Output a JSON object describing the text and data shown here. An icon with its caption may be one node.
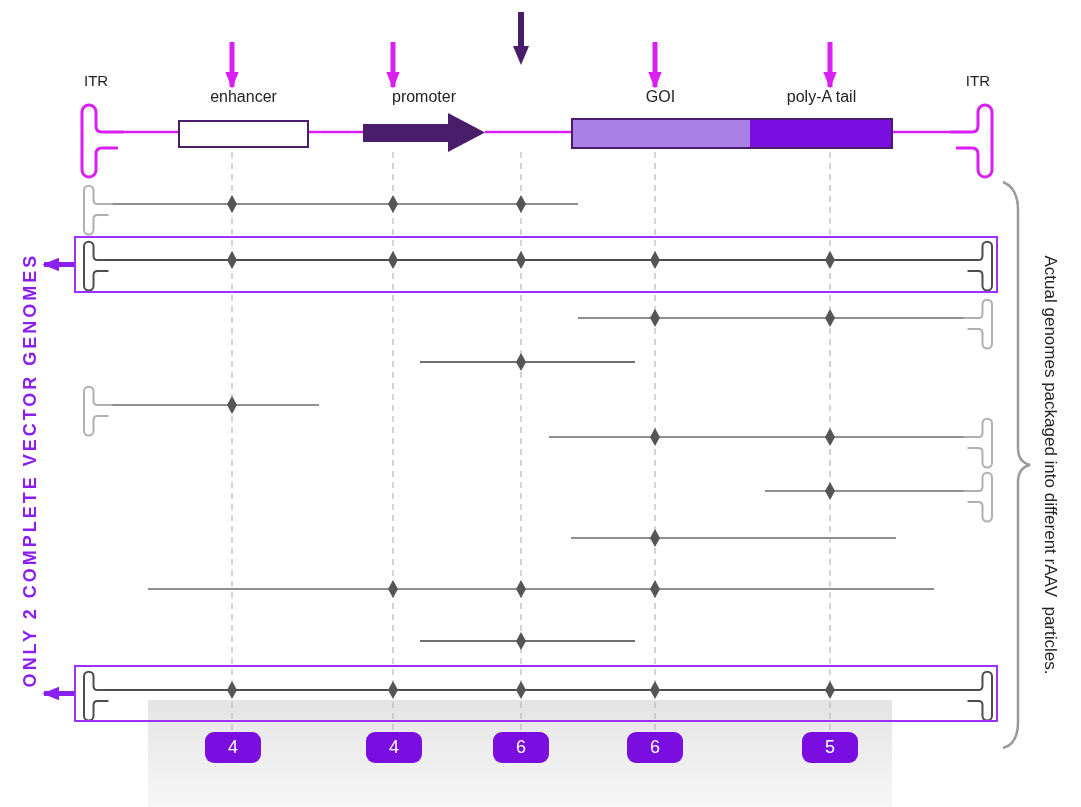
{
  "diagram": {
    "nodes": [
      {
        "text": [
          "ITR"
        ]
      },
      {
        "text": [
          "enhancer"
        ]
      },
      {
        "text": [
          "promoter"
        ]
      },
      {
        "text": [
          "GOI"
        ]
      },
      {
        "text": [
          "poly-A tail"
        ]
      },
      {
        "text": [
          "ITR"
        ]
      },
      {
        "text": [
          "ONLY 2 COMPLETE VECTOR GENOMES"
        ]
      },
      {
        "text": [],
        "shape": "box"
      },
      {
        "text": [],
        "shape": "box"
      },
      {
        "text": [
          "4"
        ]
      },
      {
        "text": [
          "4"
        ]
      },
      {
        "text": [
          "6"
        ]
      },
      {
        "text": [
          "6"
        ]
      },
      {
        "text": [
          "5"
        ]
      }
    ],
    "edges": [
      {
        "from": null,
        "to": 1,
        "arrow": "to"
      },
      {
        "from": null,
        "to": 2,
        "arrow": "to"
      },
      {
        "from": null,
        "to": 3,
        "arrow": "to"
      },
      {
        "from": null,
        "to": 4,
        "arrow": "to"
      },
      {
        "from": 7,
        "to": 6,
        "arrow": "to",
        "color": "#8a1ff0"
      },
      {
        "from": 8,
        "to": 6,
        "arrow": "to",
        "color": "#8a1ff0"
      },
      {
        "from": 0,
        "to": 1,
        "arrow": "none"
      },
      {
        "from": 1,
        "to": 2,
        "arrow": "none"
      },
      {
        "from": 2,
        "to": 3,
        "arrow": "none"
      },
      {
        "from": 4,
        "to": 5,
        "arrow": "none"
      }
    ],
    "labels": [
      "Actual genomes packaged into different rAAV  particles."
    ]
  }
}
